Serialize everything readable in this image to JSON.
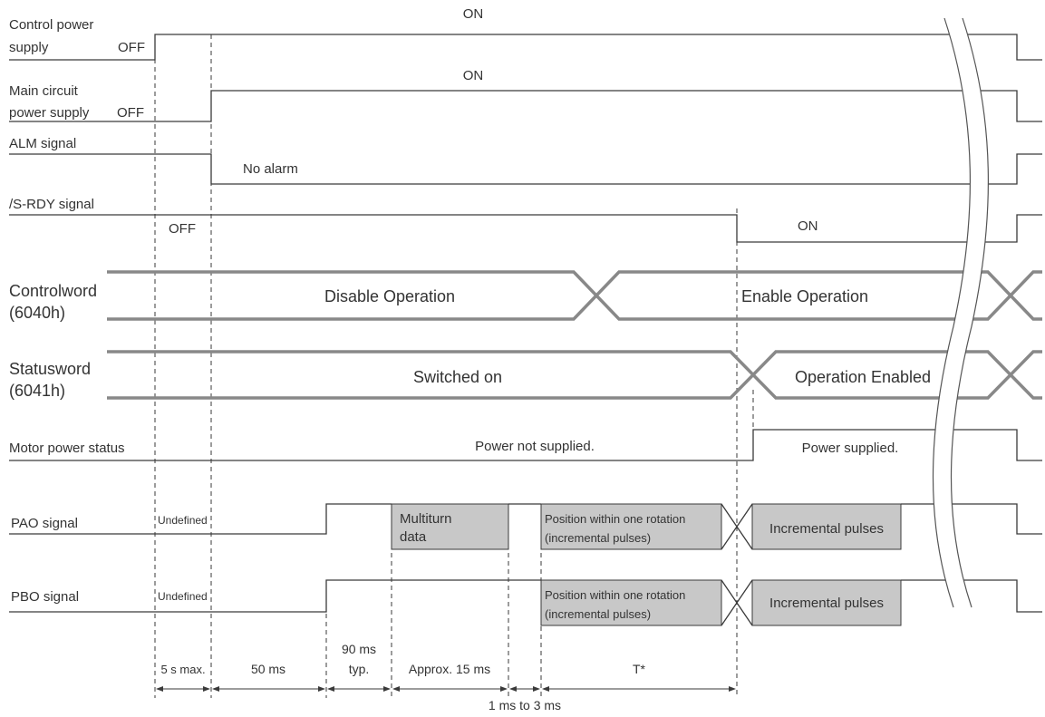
{
  "signals": {
    "control_power": {
      "name_line1": "Control power",
      "name_line2": "supply",
      "off": "OFF",
      "on": "ON"
    },
    "main_power": {
      "name_line1": "Main circuit",
      "name_line2": "power supply",
      "off": "OFF",
      "on": "ON"
    },
    "alm": {
      "name": "ALM signal",
      "state": "No alarm"
    },
    "srdy": {
      "name": "/S-RDY signal",
      "off": "OFF",
      "on": "ON"
    },
    "controlword": {
      "name_line1": "Controlword",
      "name_line2": "(6040h)",
      "state_before": "Disable Operation",
      "state_after": "Enable Operation"
    },
    "statusword": {
      "name_line1": "Statusword",
      "name_line2": "(6041h)",
      "state_before": "Switched on",
      "state_after": "Operation Enabled"
    },
    "motor_power": {
      "name": "Motor power status",
      "state_before": "Power not supplied.",
      "state_after": "Power supplied."
    },
    "pao": {
      "name": "PAO signal",
      "undefined": "Undefined",
      "multiturn_line1": "Multiturn",
      "multiturn_line2": "data",
      "position_line1": "Position within one rotation",
      "position_line2": "(incremental pulses)",
      "incremental": "Incremental pulses"
    },
    "pbo": {
      "name": "PBO signal",
      "undefined": "Undefined",
      "position_line1": "Position within one rotation",
      "position_line2": "(incremental pulses)",
      "incremental": "Incremental pulses"
    }
  },
  "timing": {
    "t1": "5 s max.",
    "t2": "50 ms",
    "t3_line1": "90 ms",
    "t3_line2": "typ.",
    "t4": "Approx. 15 ms",
    "t5": "1 ms to 3 ms",
    "t6": "T*"
  }
}
